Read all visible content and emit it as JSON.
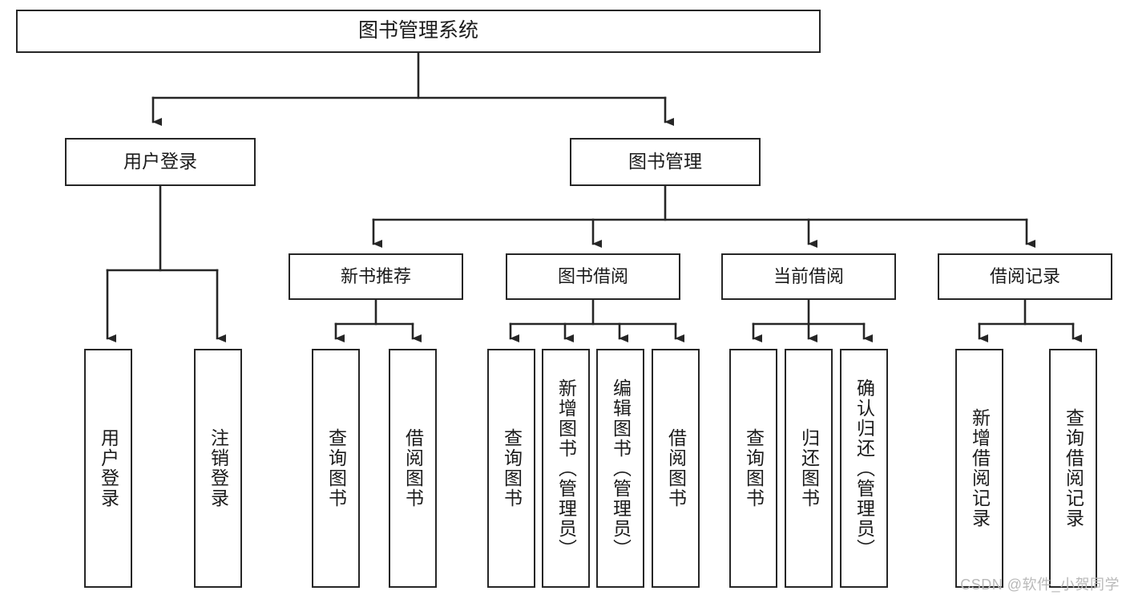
{
  "diagram": {
    "type": "tree",
    "title": "图书管理系统",
    "orientation": "top-down",
    "colors": {
      "box_border": "#262626",
      "box_fill": "#ffffff",
      "connector": "#262626",
      "text": "#1b1b1b",
      "watermark": "#b9b9b9",
      "background": "#ffffff"
    }
  },
  "root": {
    "label": "图书管理系统"
  },
  "level2": [
    {
      "label": "用户登录"
    },
    {
      "label": "图书管理"
    }
  ],
  "level3": [
    {
      "label": "新书推荐"
    },
    {
      "label": "图书借阅"
    },
    {
      "label": "当前借阅"
    },
    {
      "label": "借阅记录"
    }
  ],
  "leaves": {
    "user_login": [
      {
        "label": "用户登录"
      },
      {
        "label": "注销登录"
      }
    ],
    "new_book_recommend": [
      {
        "label": "查询图书"
      },
      {
        "label": "借阅图书"
      }
    ],
    "book_borrow": [
      {
        "label": "查询图书"
      },
      {
        "label": "新增图书（管理员）"
      },
      {
        "label": "编辑图书（管理员）"
      },
      {
        "label": "借阅图书"
      }
    ],
    "current_borrow": [
      {
        "label": "查询图书"
      },
      {
        "label": "归还图书"
      },
      {
        "label": "确认归还（管理员）"
      }
    ],
    "borrow_records": [
      {
        "label": "新增借阅记录"
      },
      {
        "label": "查询借阅记录"
      }
    ]
  },
  "watermark": {
    "text": "CSDN @软件_小贺同学"
  }
}
